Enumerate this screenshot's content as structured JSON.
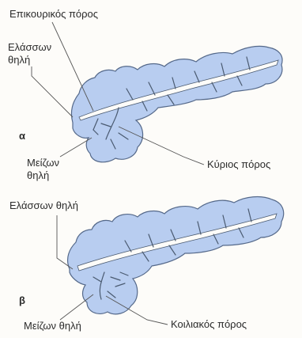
{
  "panel_a": {
    "letter": "α",
    "labels": {
      "accessory_duct": "Επικουρικός πόρος",
      "minor_papilla_l1": "Ελάσσων",
      "minor_papilla_l2": "θηλή",
      "major_papilla_l1": "Μείζων",
      "major_papilla_l2": "θηλή",
      "main_duct": "Κύριος πόρος"
    }
  },
  "panel_b": {
    "letter": "β",
    "labels": {
      "minor_papilla": "Ελάσσων θηλή",
      "major_papilla": "Μείζων θηλή",
      "celiac_duct": "Κοιλιακός πόρος"
    }
  },
  "colors": {
    "gland_fill": "#b8cdf0",
    "gland_outline": "#55698a",
    "duct": "#fdfcf9"
  }
}
